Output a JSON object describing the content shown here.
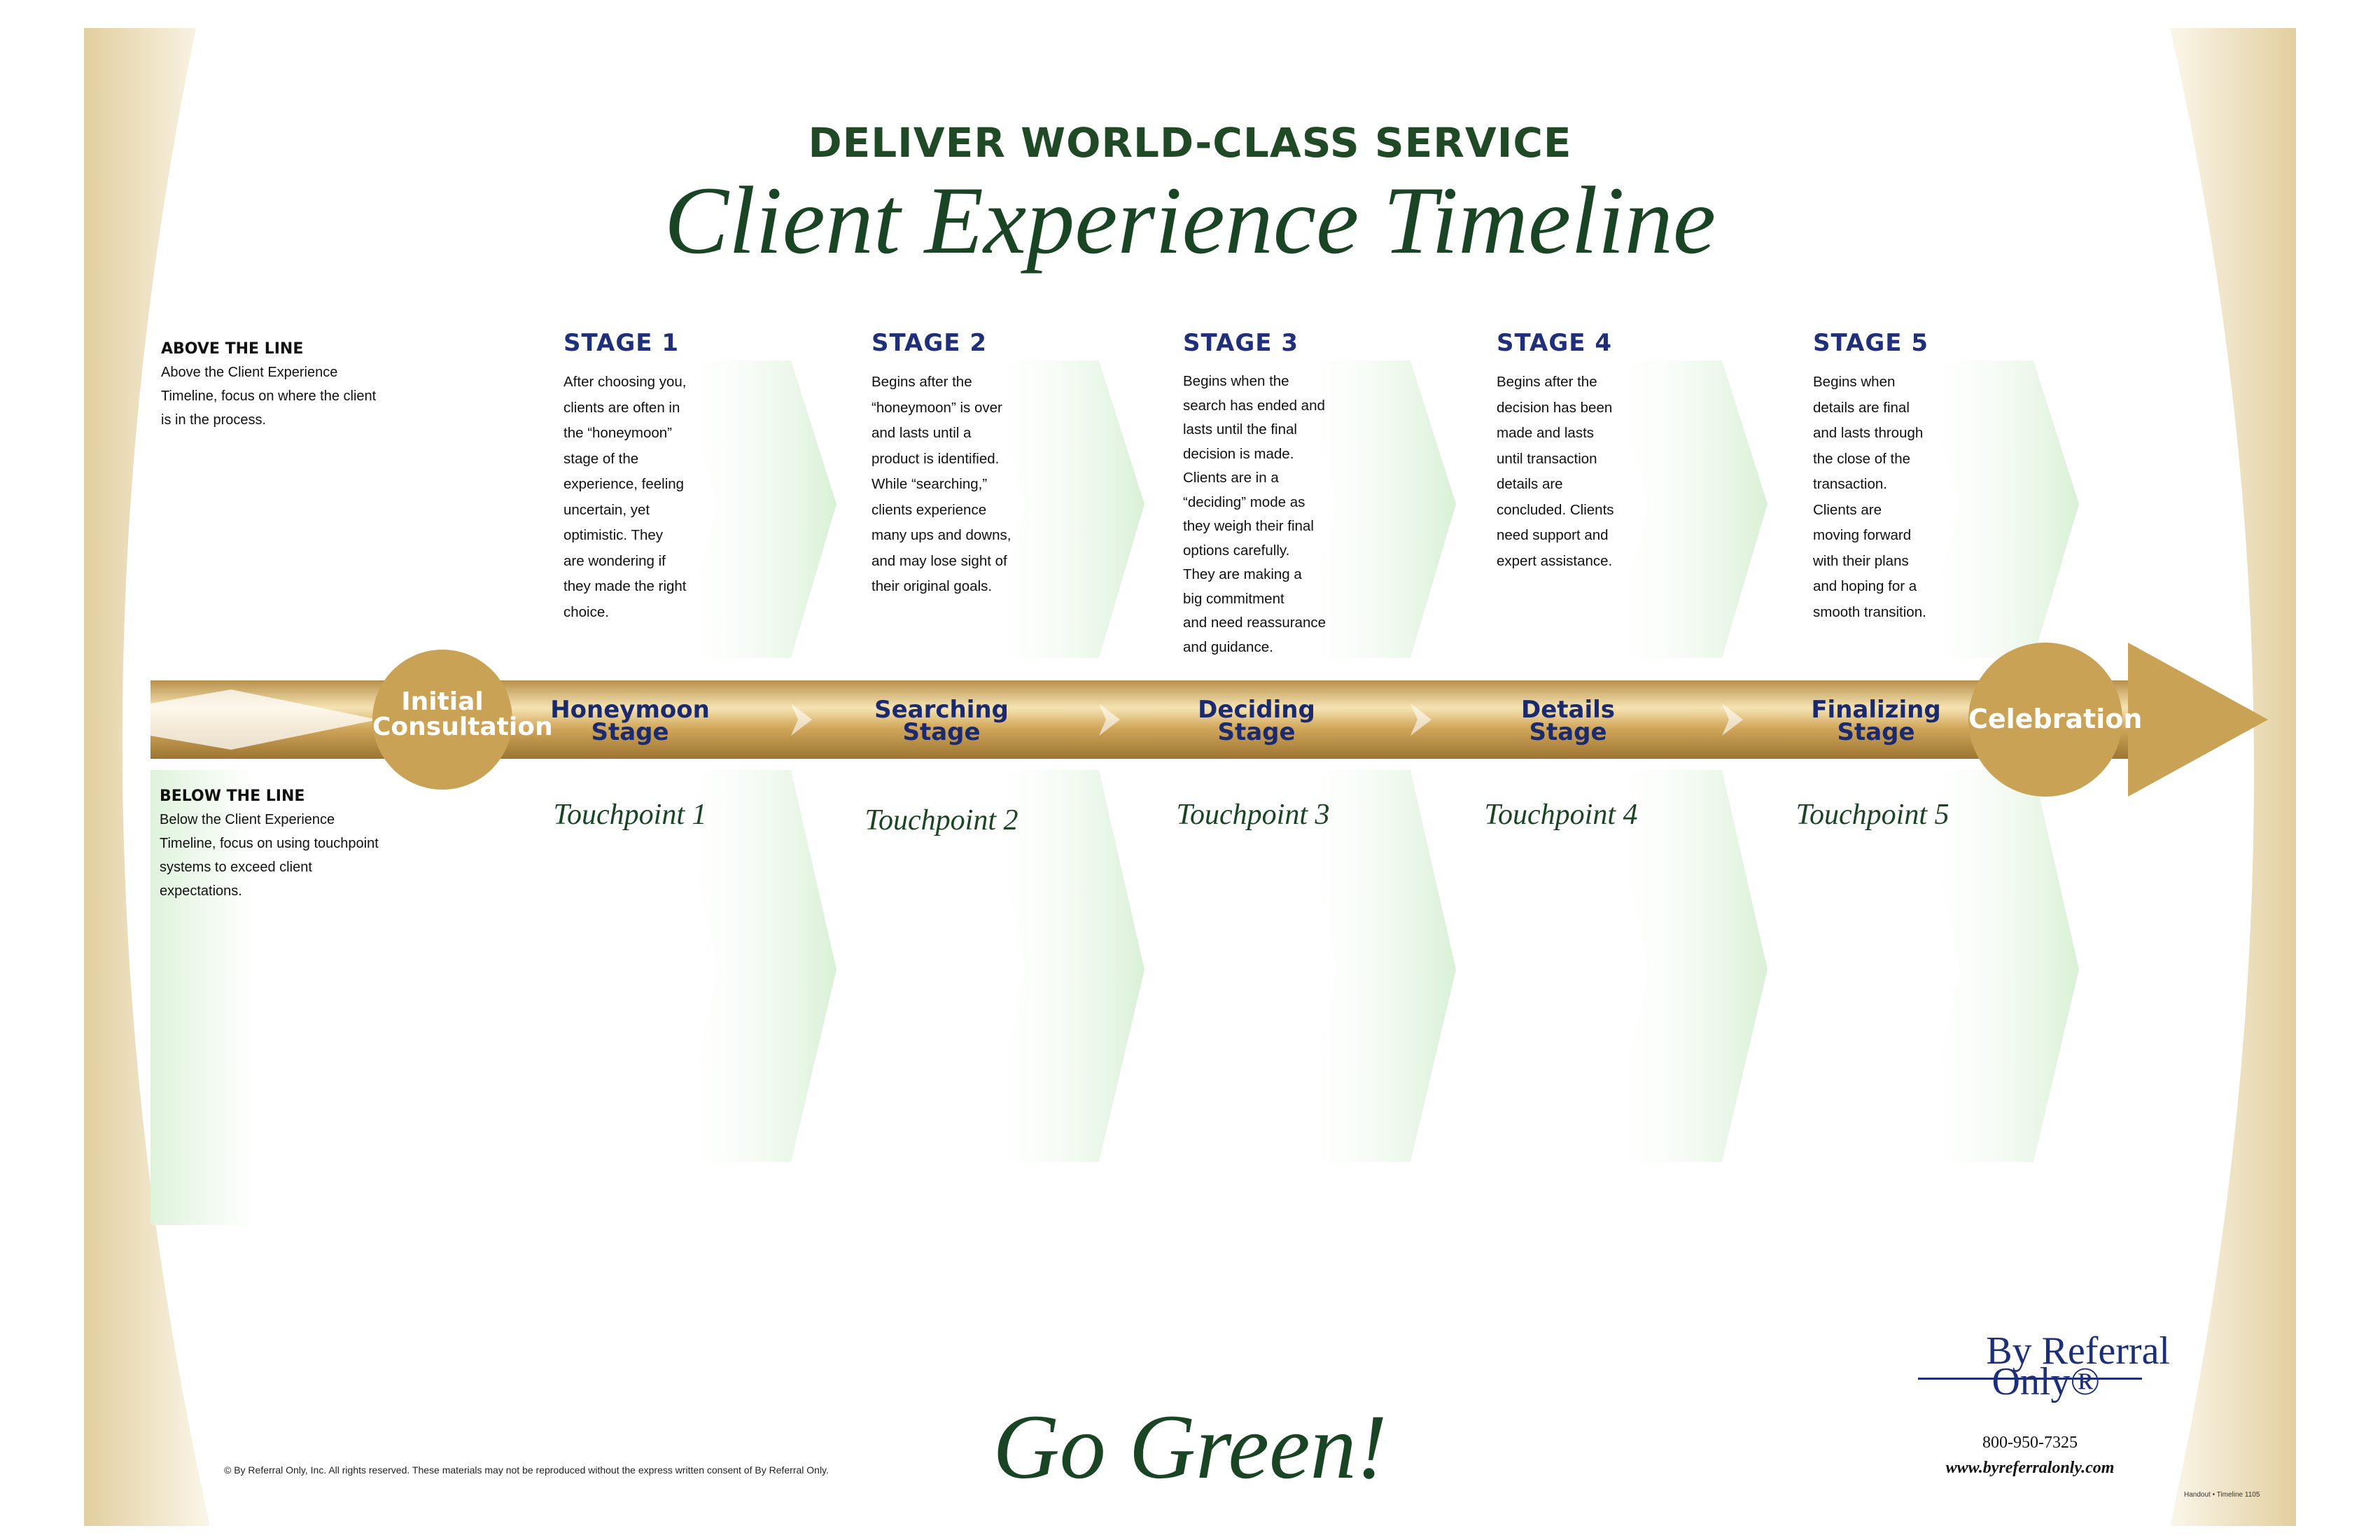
{
  "header": {
    "subtitle": "DELIVER WORLD-CLASS SERVICE",
    "title": "Client Experience Timeline"
  },
  "above_line": {
    "heading": "ABOVE THE LINE",
    "lines": [
      "Above the Client Experience",
      "Timeline, focus on where the client",
      "is in the process."
    ]
  },
  "below_line": {
    "heading": "BELOW THE LINE",
    "lines": [
      "Below the Client Experience",
      "Timeline, focus on using touchpoint",
      "systems to exceed client",
      "expectations."
    ]
  },
  "stages": [
    {
      "title": "STAGE 1",
      "lines": [
        "After choosing you,",
        "clients are often in",
        "the “honeymoon”",
        "stage of the",
        "experience, feeling",
        "uncertain, yet",
        "optimistic.  They",
        "are wondering if",
        "they made the right",
        "choice."
      ],
      "bar_label_1": "Honeymoon",
      "bar_label_2": "Stage",
      "touchpoint": "Touchpoint 1"
    },
    {
      "title": "STAGE 2",
      "lines": [
        "Begins after the",
        "“honeymoon” is over",
        "and lasts until a",
        "product is identified.",
        "While “searching,”",
        "clients experience",
        "many ups and downs,",
        "and may lose sight of",
        "their original goals."
      ],
      "bar_label_1": "Searching",
      "bar_label_2": "Stage",
      "touchpoint": "Touchpoint 2"
    },
    {
      "title": "STAGE 3",
      "lines": [
        "Begins when the",
        "search has ended and",
        "lasts until the final",
        "decision is made.",
        "Clients are in a",
        "“deciding” mode as",
        "they weigh their final",
        "options carefully.",
        "They are making a",
        "big commitment",
        "and need reassurance",
        "and guidance."
      ],
      "bar_label_1": "Deciding",
      "bar_label_2": "Stage",
      "touchpoint": "Touchpoint 3"
    },
    {
      "title": "STAGE 4",
      "lines": [
        "Begins after the",
        "decision has been",
        "made and lasts",
        "until transaction",
        "details are",
        "concluded. Clients",
        "need support and",
        "expert assistance."
      ],
      "bar_label_1": "Details",
      "bar_label_2": "Stage",
      "touchpoint": "Touchpoint 4"
    },
    {
      "title": "STAGE 5",
      "lines": [
        "Begins when",
        "details are final",
        "and lasts through",
        "the close of the",
        "transaction.",
        "Clients are",
        "moving forward",
        "with their plans",
        "and hoping for a",
        "smooth transition."
      ],
      "bar_label_1": "Finalizing",
      "bar_label_2": "Stage",
      "touchpoint": "Touchpoint 5"
    }
  ],
  "start_circle": {
    "line1": "Initial",
    "line2": "Consultation"
  },
  "end_circle": {
    "label": "Celebration"
  },
  "footer": {
    "slogan": "Go Green!",
    "copyright": "© By Referral Only, Inc.  All rights reserved.  These materials may not be reproduced without the express written consent of By Referral Only.",
    "logo_line1": "By Referral",
    "logo_line2": "Only®",
    "phone": "800-950-7325",
    "website": "www.byreferralonly.com",
    "code": "Handout  •  Timeline 1105"
  },
  "colors": {
    "gold": "#c9a256",
    "dark_green": "#1a4524",
    "navy": "#1f2f7a",
    "light_green": "#e8f6e6"
  }
}
